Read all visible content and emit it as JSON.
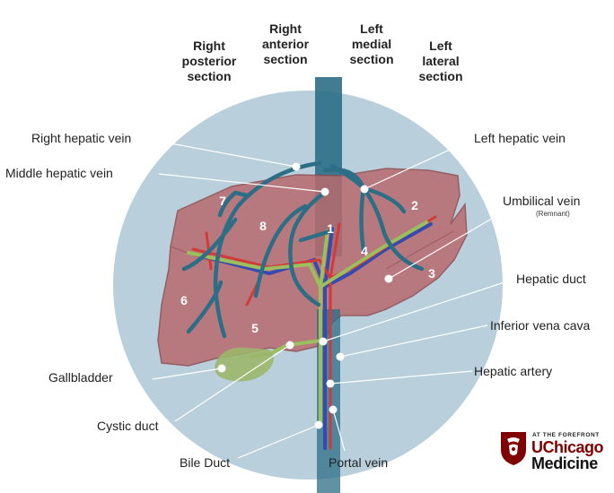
{
  "sections": [
    {
      "key": "right-posterior",
      "text": "Right\nposterior\nsection"
    },
    {
      "key": "right-anterior",
      "text": "Right\nanterior\nsection"
    },
    {
      "key": "left-medial",
      "text": "Left\nmedial\nsection"
    },
    {
      "key": "left-lateral",
      "text": "Left\nlateral\nsection"
    }
  ],
  "labels": {
    "right_hepatic_vein": "Right hepatic vein",
    "middle_hepatic_vein": "Middle hepatic vein",
    "left_hepatic_vein": "Left hepatic vein",
    "umbilical_vein": "Umbilical vein",
    "umbilical_remnant": "(Remnant)",
    "hepatic_duct": "Hepatic duct",
    "inferior_vena_cava": "Inferior vena cava",
    "hepatic_artery": "Hepatic artery",
    "gallbladder": "Gallbladder",
    "cystic_duct": "Cystic duct",
    "bile_duct": "Bile Duct",
    "portal_vein": "Portal vein"
  },
  "segments": [
    "1",
    "2",
    "3",
    "4",
    "5",
    "6",
    "7",
    "8"
  ],
  "logo": {
    "tagline": "AT THE FOREFRONT",
    "line1": "UChicago",
    "line2": "Medicine"
  },
  "colors": {
    "circle": "#b9d0dc",
    "liver": "#b86a6e",
    "vein": "#2c6e86",
    "artery": "#d23a3a",
    "portal": "#3a49b0",
    "bile": "#9bbf5a",
    "gallbladder": "#9cb66a",
    "brand": "#800000"
  }
}
